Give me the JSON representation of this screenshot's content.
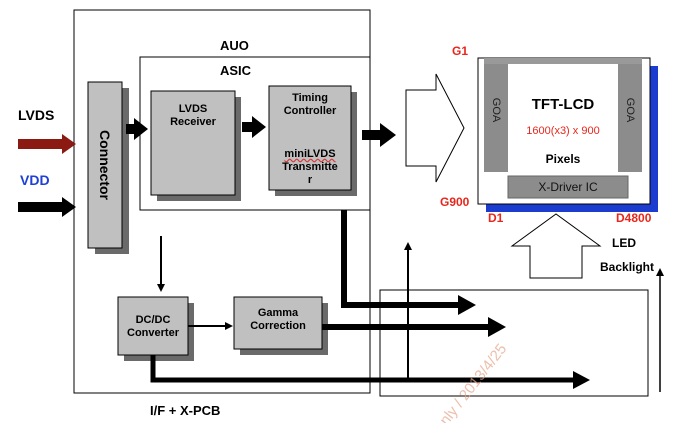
{
  "inputs": {
    "lvds": "LVDS",
    "vdd": "VDD"
  },
  "board": {
    "vendor": "AUO",
    "asic": "ASIC",
    "pcb": "I/F + X-PCB"
  },
  "blocks": {
    "connector": "Connector",
    "lvds_receiver": [
      "LVDS",
      "Receiver"
    ],
    "timing_controller": [
      "Timing",
      "Controller"
    ],
    "minilvds": [
      "miniLVDS",
      "Transmitte",
      "r"
    ],
    "dcdc": [
      "DC/DC",
      "Converter"
    ],
    "gamma": [
      "Gamma",
      "Correction"
    ]
  },
  "panel": {
    "title": "TFT-LCD",
    "resolution": "1600(x3) x 900",
    "pixels": "Pixels",
    "goa_left": "GOA",
    "goa_right": "GOA",
    "xdriver": "X-Driver IC",
    "gate_first": "G1",
    "gate_last": "G900",
    "data_first": "D1",
    "data_last": "D4800"
  },
  "backlight": {
    "line1": "LED",
    "line2": "Backlight"
  },
  "watermark": "nly / 2013/4/25",
  "colors": {
    "red_label": "#e8261c",
    "blue_label": "#1f3fd6",
    "lvds_arrow": "#8b1a12",
    "block_fill": "#c0c0c0",
    "panel_border": "#1c3ccf"
  }
}
